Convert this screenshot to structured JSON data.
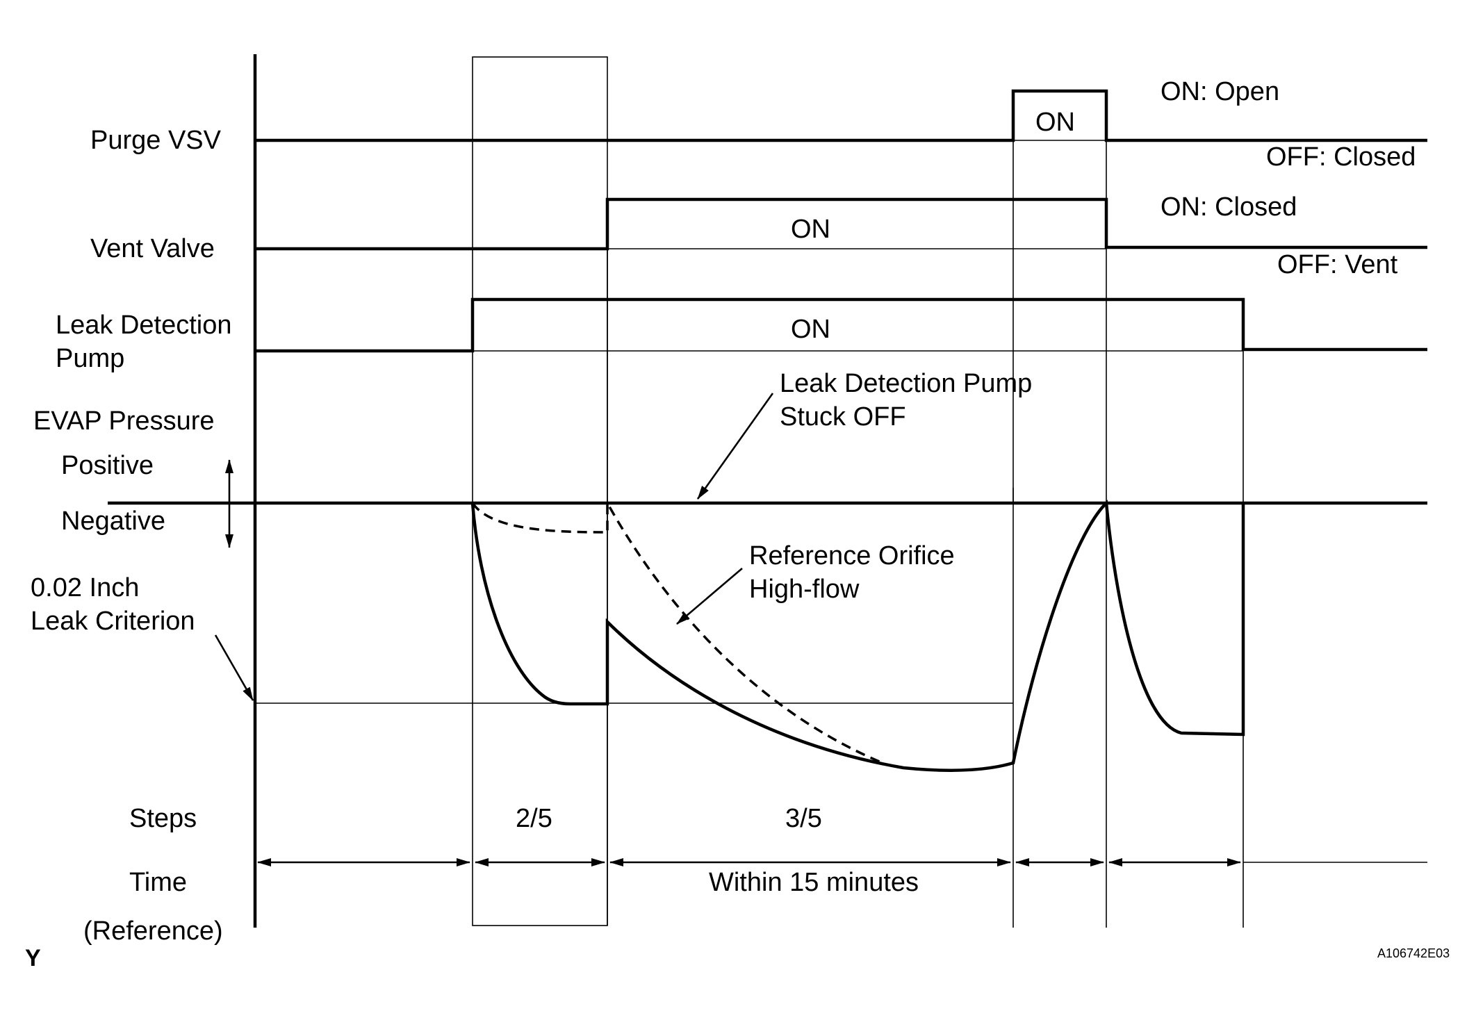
{
  "signals": {
    "purge_vsv": {
      "label": "Purge VSV",
      "on_text": "ON",
      "on_state": "ON: Open",
      "off_state": "OFF: Closed"
    },
    "vent_valve": {
      "label": "Vent Valve",
      "on_text": "ON",
      "on_state": "ON: Closed",
      "off_state": "OFF: Vent"
    },
    "leak_pump": {
      "label_line1": "Leak Detection",
      "label_line2": "Pump",
      "on_text": "ON"
    }
  },
  "evap": {
    "label": "EVAP Pressure",
    "positive": "Positive",
    "negative": "Negative",
    "criterion_line1": "0.02 Inch",
    "criterion_line2": "Leak Criterion"
  },
  "annotations": {
    "stuck_off_line1": "Leak Detection Pump",
    "stuck_off_line2": "Stuck OFF",
    "orifice_line1": "Reference Orifice",
    "orifice_line2": "High-flow"
  },
  "steps": {
    "label": "Steps",
    "step2": "2/5",
    "step3": "3/5"
  },
  "time": {
    "label": "Time",
    "reference": "(Reference)",
    "window": "Within 15 minutes"
  },
  "footer": {
    "code": "A106742E03",
    "corner": "Y"
  }
}
